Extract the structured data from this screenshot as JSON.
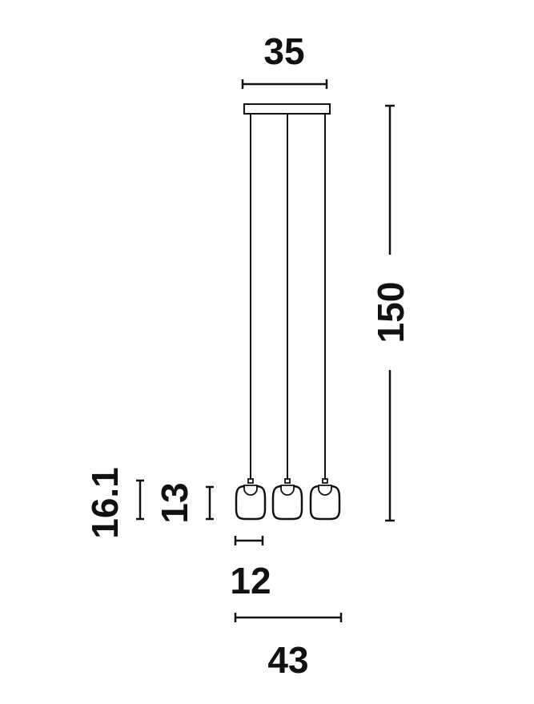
{
  "diagram": {
    "title": "Pendant lamp dimensions",
    "units": "cm",
    "dimensions": {
      "canopy_width": "35",
      "total_height": "150",
      "total_lamp_height": "16.1",
      "shade_height": "13",
      "shade_width": "12",
      "total_width": "43"
    },
    "colors": {
      "line": "#111111",
      "background": "#ffffff"
    }
  }
}
